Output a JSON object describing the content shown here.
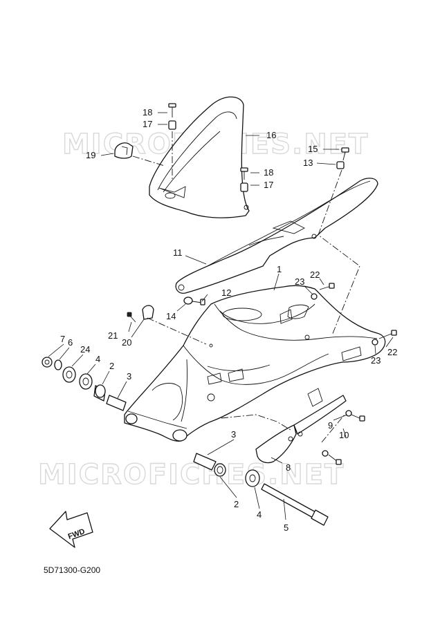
{
  "watermark": "MICROFICHES.NET",
  "diagram_code": "5D71300-G200",
  "fwd_label": "FWD",
  "callouts": [
    {
      "id": "c18a",
      "text": "18"
    },
    {
      "id": "c17a",
      "text": "17"
    },
    {
      "id": "c16",
      "text": "16"
    },
    {
      "id": "c19",
      "text": "19"
    },
    {
      "id": "c15",
      "text": "15"
    },
    {
      "id": "c13",
      "text": "13"
    },
    {
      "id": "c18b",
      "text": "18"
    },
    {
      "id": "c17b",
      "text": "17"
    },
    {
      "id": "c11",
      "text": "11"
    },
    {
      "id": "c1",
      "text": "1"
    },
    {
      "id": "c22a",
      "text": "22"
    },
    {
      "id": "c23a",
      "text": "23"
    },
    {
      "id": "c12",
      "text": "12"
    },
    {
      "id": "c14",
      "text": "14"
    },
    {
      "id": "c21",
      "text": "21"
    },
    {
      "id": "c20",
      "text": "20"
    },
    {
      "id": "c7",
      "text": "7"
    },
    {
      "id": "c6",
      "text": "6"
    },
    {
      "id": "c24",
      "text": "24"
    },
    {
      "id": "c4a",
      "text": "4"
    },
    {
      "id": "c2a",
      "text": "2"
    },
    {
      "id": "c3a",
      "text": "3"
    },
    {
      "id": "c23b",
      "text": "23"
    },
    {
      "id": "c22b",
      "text": "22"
    },
    {
      "id": "c9",
      "text": "9"
    },
    {
      "id": "c10",
      "text": "10"
    },
    {
      "id": "c3b",
      "text": "3"
    },
    {
      "id": "c8",
      "text": "8"
    },
    {
      "id": "c2b",
      "text": "2"
    },
    {
      "id": "c4b",
      "text": "4"
    },
    {
      "id": "c5",
      "text": "5"
    }
  ]
}
